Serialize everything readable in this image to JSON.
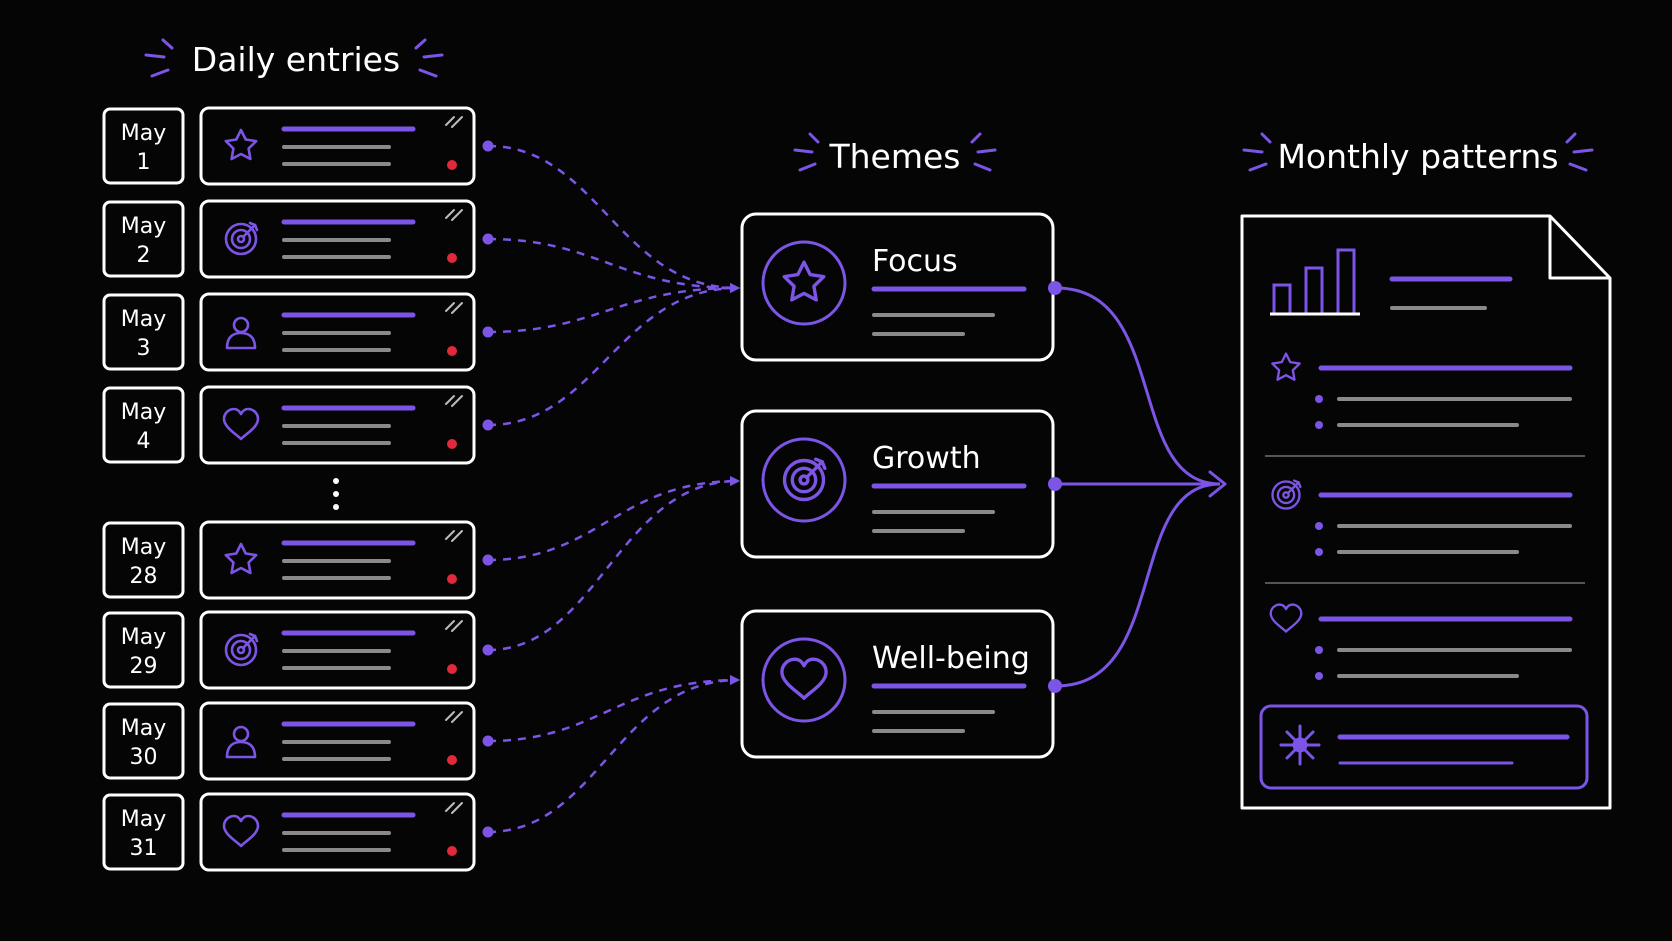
{
  "headings": {
    "daily": "Daily entries",
    "themes": "Themes",
    "monthly": "Monthly patterns"
  },
  "entries": [
    {
      "month": "May",
      "day": "1",
      "icon": "star-icon"
    },
    {
      "month": "May",
      "day": "2",
      "icon": "target-icon"
    },
    {
      "month": "May",
      "day": "3",
      "icon": "person-icon"
    },
    {
      "month": "May",
      "day": "4",
      "icon": "heart-icon"
    },
    {
      "month": "May",
      "day": "28",
      "icon": "star-icon"
    },
    {
      "month": "May",
      "day": "29",
      "icon": "target-icon"
    },
    {
      "month": "May",
      "day": "30",
      "icon": "person-icon"
    },
    {
      "month": "May",
      "day": "31",
      "icon": "heart-icon"
    }
  ],
  "themes": [
    {
      "label": "Focus",
      "icon": "star-icon"
    },
    {
      "label": "Growth",
      "icon": "target-icon"
    },
    {
      "label": "Well-being",
      "icon": "heart-icon"
    }
  ],
  "report": {
    "sections": [
      "star-icon",
      "target-icon",
      "heart-icon"
    ],
    "summary_icon": "sparkle-icon",
    "chart_icon": "bar-chart-icon"
  },
  "colors": {
    "accent": "#7c55e6",
    "text_line": "#8a8a8a",
    "marker": "#e0293a",
    "background": "#050505"
  }
}
